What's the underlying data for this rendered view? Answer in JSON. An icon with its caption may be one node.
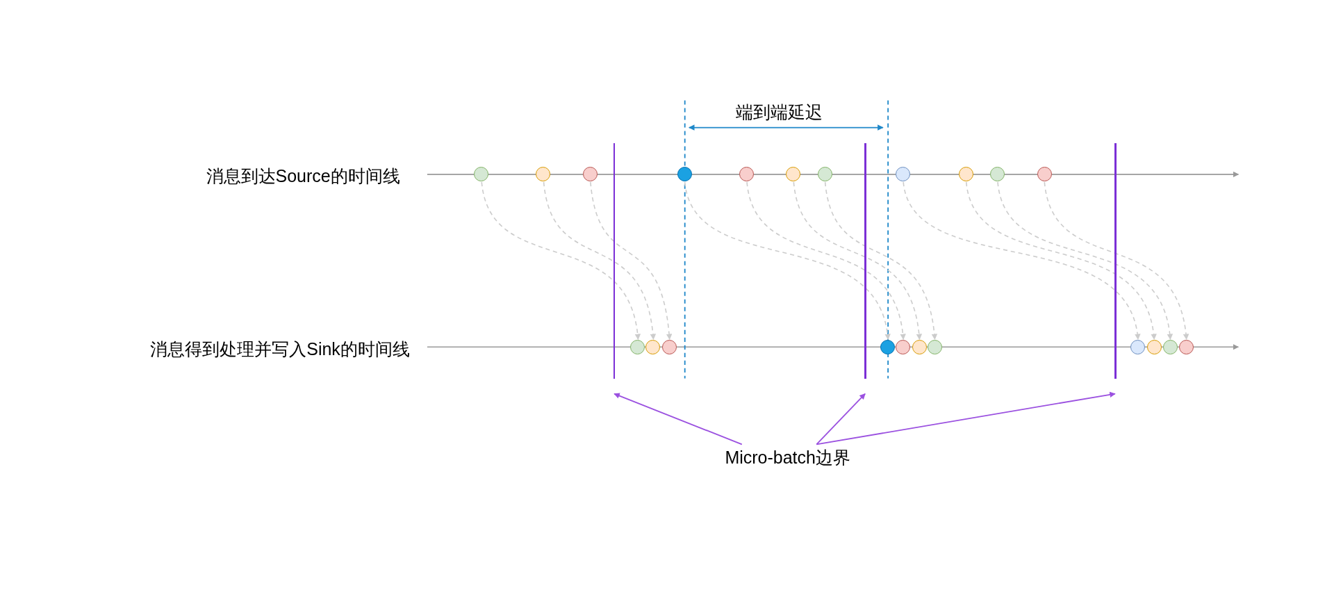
{
  "diagram": {
    "nodes": [
      {
        "text": [],
        "shape": "circle"
      },
      {
        "text": [],
        "shape": "circle"
      },
      {
        "text": [],
        "shape": "circle"
      },
      {
        "text": [],
        "shape": "circle"
      },
      {
        "text": [],
        "shape": "circle"
      },
      {
        "text": [],
        "shape": "circle"
      },
      {
        "text": [],
        "shape": "circle"
      },
      {
        "text": [],
        "shape": "circle"
      },
      {
        "text": [],
        "shape": "circle"
      },
      {
        "text": [],
        "shape": "circle"
      },
      {
        "text": [],
        "shape": "circle"
      },
      {
        "text": [],
        "shape": "circle"
      },
      {
        "text": [],
        "shape": "circle"
      },
      {
        "text": [],
        "shape": "circle"
      },
      {
        "text": [],
        "shape": "circle"
      },
      {
        "text": [],
        "shape": "circle"
      },
      {
        "text": [],
        "shape": "circle"
      },
      {
        "text": [],
        "shape": "circle"
      },
      {
        "text": [],
        "shape": "circle"
      },
      {
        "text": [],
        "shape": "circle"
      },
      {
        "text": [],
        "shape": "circle"
      },
      {
        "text": [],
        "shape": "circle"
      },
      {
        "text": [],
        "shape": "bar"
      },
      {
        "text": [],
        "shape": "bar"
      },
      {
        "text": [],
        "shape": "bar"
      },
      {
        "text": [
          "Micro-batch边界"
        ]
      }
    ],
    "edges": [
      {
        "from": 0,
        "to": 11,
        "arrow": "to",
        "style": "dashed"
      },
      {
        "from": 1,
        "to": 12,
        "arrow": "to",
        "style": "dashed"
      },
      {
        "from": 2,
        "to": 13,
        "arrow": "to",
        "style": "dashed"
      },
      {
        "from": 3,
        "to": 14,
        "arrow": "to",
        "style": "dashed"
      },
      {
        "from": 4,
        "to": 15,
        "arrow": "to",
        "style": "dashed"
      },
      {
        "from": 5,
        "to": 16,
        "arrow": "to",
        "style": "dashed"
      },
      {
        "from": 6,
        "to": 17,
        "arrow": "to",
        "style": "dashed"
      },
      {
        "from": 7,
        "to": 18,
        "arrow": "to",
        "style": "dashed"
      },
      {
        "from": 8,
        "to": 19,
        "arrow": "to",
        "style": "dashed"
      },
      {
        "from": 9,
        "to": 20,
        "arrow": "to",
        "style": "dashed"
      },
      {
        "from": 10,
        "to": 21,
        "arrow": "to",
        "style": "dashed"
      },
      {
        "from": 25,
        "to": 22,
        "arrow": "to",
        "color": "#9b51e0"
      },
      {
        "from": 25,
        "to": 23,
        "arrow": "to",
        "color": "#9b51e0"
      },
      {
        "from": 25,
        "to": 24,
        "arrow": "to",
        "color": "#9b51e0"
      }
    ],
    "labels": [
      "端到端延迟",
      "消息到达Source的时间线",
      "消息得到处理并写入Sink的时间线"
    ]
  }
}
